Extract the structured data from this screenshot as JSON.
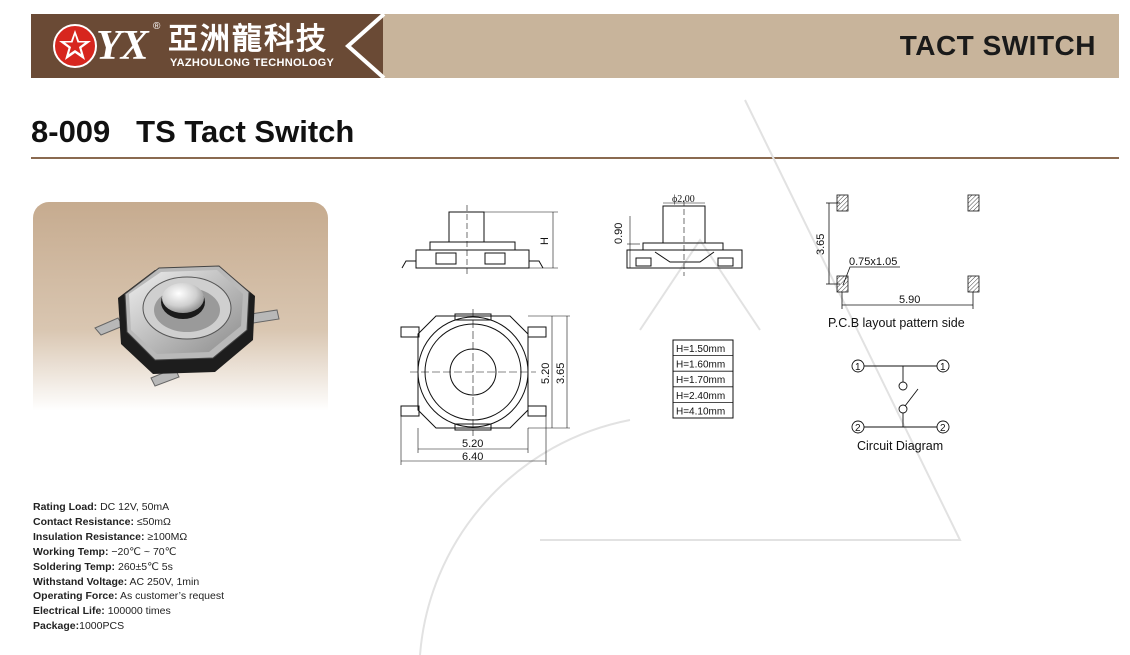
{
  "header": {
    "logo_mark": "YX",
    "registered": "®",
    "company_cn": "亞洲龍科技",
    "company_en": "YAZHOULONG TECHNOLOGY",
    "category": "TACT SWITCH"
  },
  "product": {
    "model": "8-009",
    "name": "TS Tact Switch"
  },
  "drawing": {
    "side_height_label": "H",
    "phi_label": "ϕ2.00",
    "dim_090": "0.90",
    "dim_520_v": "5.20",
    "dim_365_v": "3.65",
    "dim_520_h": "5.20",
    "dim_640_h": "6.40",
    "height_options": [
      "H=1.50mm",
      "H=1.60mm",
      "H=1.70mm",
      "H=2.40mm",
      "H=4.10mm"
    ],
    "pcb_dim_365": "3.65",
    "pcb_pad_size": "0.75x1.05",
    "pcb_dim_590": "5.90",
    "pcb_caption": "P.C.B layout pattern side",
    "circuit_pin1": "1",
    "circuit_pin2": "2",
    "circuit_caption": "Circuit Diagram"
  },
  "specs": [
    {
      "label": "Rating Load:",
      "value": " DC 12V, 50mA"
    },
    {
      "label": "Contact Resistance:",
      "value": "  ≤50mΩ"
    },
    {
      "label": "Insulation Resistance:",
      "value": "  ≥100MΩ"
    },
    {
      "label": "Working Temp:",
      "value": " −20℃ ~ 70℃"
    },
    {
      "label": "Soldering Temp:",
      "value": " 260±5℃ 5s"
    },
    {
      "label": "Withstand Voltage:",
      "value": " AC 250V, 1min"
    },
    {
      "label": "Operating Force:",
      "value": " As customer’s request"
    },
    {
      "label": "Electrical Life:",
      "value": " 100000 times"
    },
    {
      "label": "Package:",
      "value": "1000PCS"
    }
  ],
  "colors": {
    "banner_dark": "#6a4a35",
    "banner_light": "#c8b49b",
    "logo_red": "#d7261e",
    "rule": "#8a6a50"
  }
}
